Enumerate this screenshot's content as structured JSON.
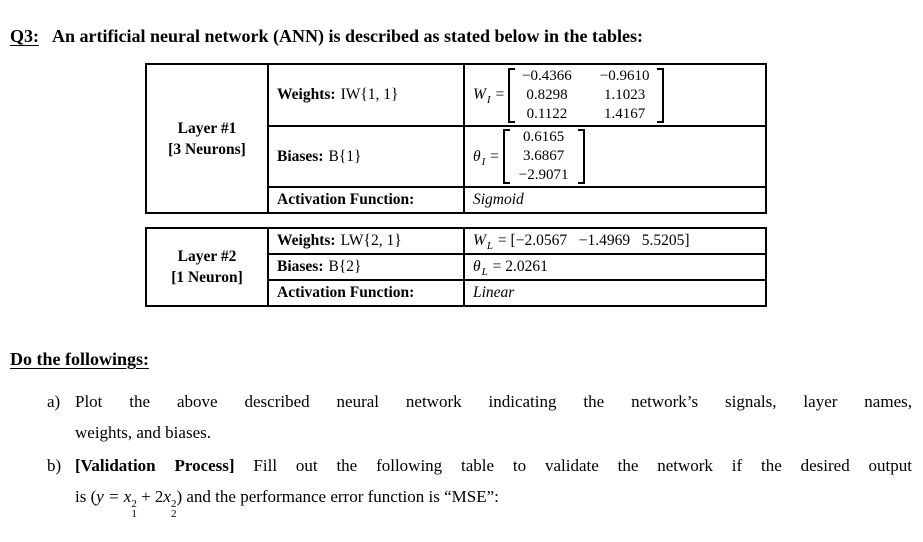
{
  "header": {
    "q_label": "Q3:",
    "q_text": "An artificial neural network (ANN) is described as stated below in the tables:"
  },
  "symbols": {
    "equals": " = "
  },
  "layer1": {
    "name_line1": "Layer #1",
    "name_line2": "[3 Neurons]",
    "weights_label": "Weights:",
    "weights_ref": "IW{1, 1}",
    "weight_symbol": "W",
    "weight_sub": "I",
    "matrix": [
      [
        "−0.4366",
        "−0.9610"
      ],
      [
        "0.8298",
        "1.1023"
      ],
      [
        "0.1122",
        "1.4167"
      ]
    ],
    "biases_label": "Biases:",
    "biases_ref": "B{1}",
    "bias_symbol": "θ",
    "bias_sub": "I",
    "bias_vector": [
      "0.6165",
      "3.6867",
      "−2.9071"
    ],
    "activation_label": "Activation Function:",
    "activation_value": "Sigmoid"
  },
  "layer2": {
    "name_line1": "Layer #2",
    "name_line2": "[1 Neuron]",
    "weights_label": "Weights:",
    "weights_ref": "LW{2, 1}",
    "weight_symbol": "W",
    "weight_sub": "L",
    "weights_row": "[−2.0567   −1.4969   5.5205]",
    "biases_label": "Biases:",
    "biases_ref": "B{2}",
    "bias_symbol": "θ",
    "bias_sub": "L",
    "bias_value": "2.0261",
    "activation_label": "Activation Function:",
    "activation_value": "Linear"
  },
  "tasks": {
    "heading": "Do the followings:",
    "a_label": "a)",
    "a_line1": "Plot the above described neural network indicating the network’s signals, layer names,",
    "a_line2": "weights, and biases.",
    "b_label": "b)",
    "b_bold": "[Validation Process]",
    "b_rest": " Fill out the following table to validate the network if the desired output",
    "b2": {
      "pre": "is (",
      "m1": "y = x",
      "sup1": "2",
      "sub1": "1",
      "m2": " + 2",
      "m3": "x",
      "sup2": "2",
      "sub2": "2",
      "close": ")",
      "rest": " and the performance error function is “MSE”:"
    }
  }
}
